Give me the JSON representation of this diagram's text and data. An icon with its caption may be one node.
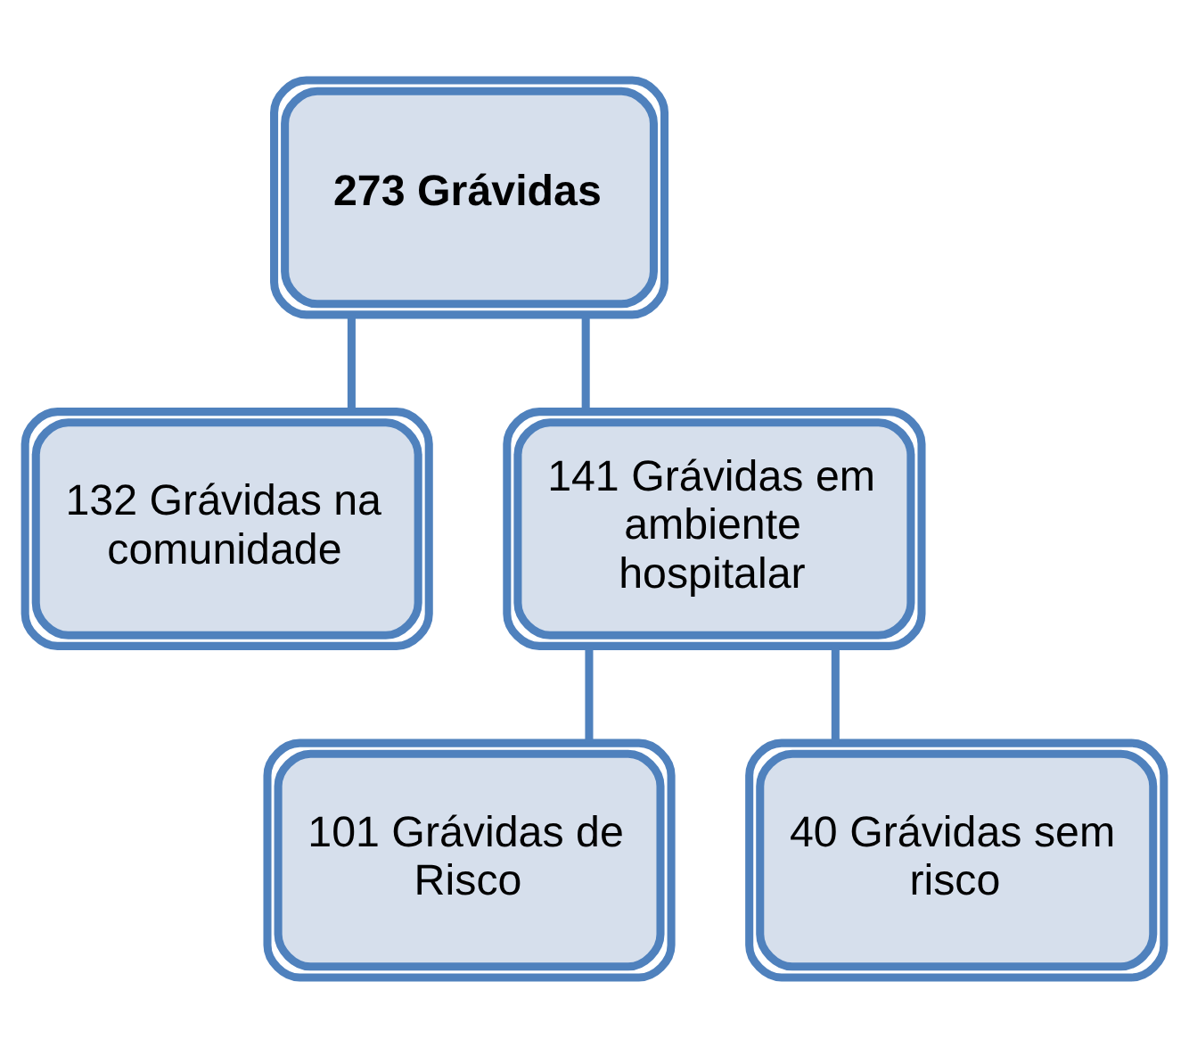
{
  "diagram": {
    "nodes": [
      {
        "text": [
          "273 Grávidas"
        ]
      },
      {
        "text": [
          "132 Grávidas na comunidade"
        ]
      },
      {
        "text": [
          "141 Grávidas em ambiente hospitalar"
        ]
      },
      {
        "text": [
          "101 Grávidas de Risco"
        ]
      },
      {
        "text": [
          "40 Grávidas sem risco"
        ]
      }
    ],
    "edges": [
      {
        "from": 0,
        "to": 1,
        "arrow": "none"
      },
      {
        "from": 0,
        "to": 2,
        "arrow": "none"
      },
      {
        "from": 2,
        "to": 3,
        "arrow": "none"
      },
      {
        "from": 2,
        "to": 4,
        "arrow": "none"
      }
    ]
  }
}
